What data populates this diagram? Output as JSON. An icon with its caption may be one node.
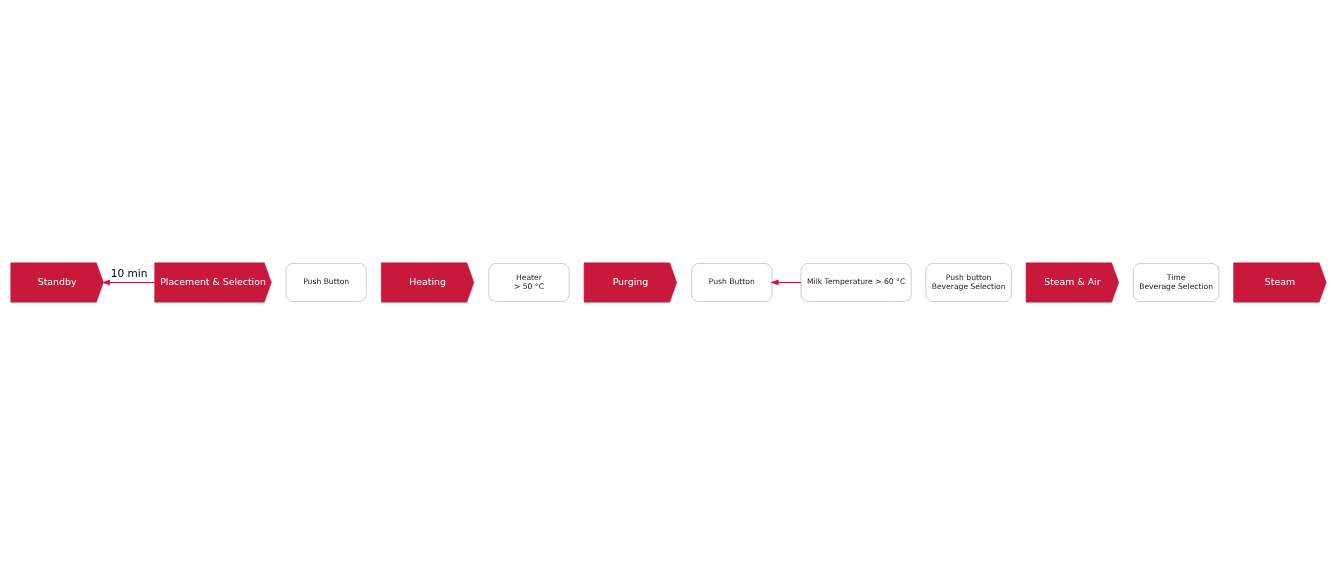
{
  "diagram": {
    "nodes": [
      {
        "text": [
          "Standby"
        ]
      },
      {
        "text": [
          "Push Button"
        ]
      },
      {
        "text": [
          "Heating"
        ]
      },
      {
        "text": [
          "Heater",
          "> 50 °C"
        ]
      },
      {
        "text": [
          "Purging"
        ]
      },
      {
        "text": [
          "Push Button"
        ]
      },
      {
        "text": [
          "Placement & Selection"
        ]
      },
      {
        "text": [
          "Push button",
          "Beverage Selection"
        ]
      },
      {
        "text": [
          "Steam & Air"
        ]
      },
      {
        "text": [
          "Time",
          "Beverage Selection"
        ]
      },
      {
        "text": [
          "Steam"
        ]
      },
      {
        "text": [
          "Milk Temperature > 60 °C"
        ]
      }
    ],
    "edges": [
      {
        "from": 6,
        "to": 0,
        "arrow": "to",
        "label": "10 min"
      },
      {
        "from": 11,
        "to": 5,
        "arrow": "to"
      }
    ]
  }
}
